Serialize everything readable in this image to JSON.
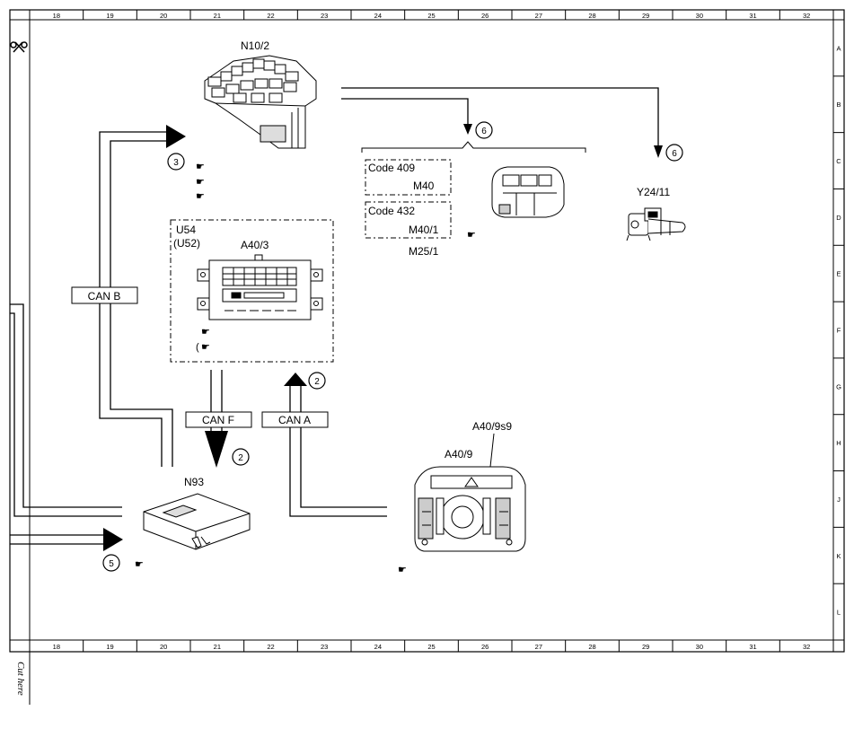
{
  "ruler": {
    "numbers": [
      "18",
      "19",
      "20",
      "21",
      "22",
      "23",
      "24",
      "25",
      "26",
      "27",
      "28",
      "29",
      "30",
      "31",
      "32"
    ],
    "rows": [
      "A",
      "B",
      "C",
      "D",
      "E",
      "F",
      "G",
      "H",
      "J",
      "K",
      "L"
    ]
  },
  "cut_label": "Cut here",
  "components": {
    "n10_2": "N10/2",
    "u54": "U54",
    "u52": "(U52)",
    "a40_3": "A40/3",
    "n93": "N93",
    "a40_9": "A40/9",
    "a40_9s9": "A40/9s9",
    "y24_11": "Y24/11",
    "code409": "Code 409",
    "m40": "M40",
    "code432": "Code 432",
    "m40_1": "M40/1",
    "m25_1": "M25/1"
  },
  "buses": {
    "can_a": "CAN A",
    "can_b": "CAN B",
    "can_f": "CAN F"
  },
  "refs": {
    "r3": "3",
    "r2a": "2",
    "r2b": "2",
    "r5": "5",
    "r6a": "6",
    "r6b": "6"
  },
  "u52_paren": "("
}
